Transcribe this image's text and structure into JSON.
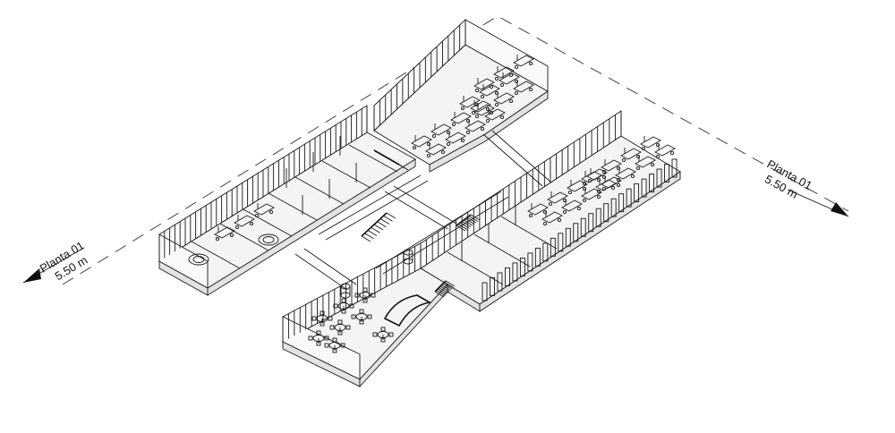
{
  "labels": {
    "left_level": {
      "name": "Planta 01",
      "elevation": "5.50 m"
    },
    "right_level": {
      "name": "Planta 01",
      "elevation": "5.50 m"
    }
  },
  "colors": {
    "line": "#1a1a1a",
    "background": "#ffffff",
    "floor_fill": "#f4f4f4",
    "wall_fill": "#e3e3e3"
  },
  "icons": [
    "section-arrow-icon"
  ]
}
